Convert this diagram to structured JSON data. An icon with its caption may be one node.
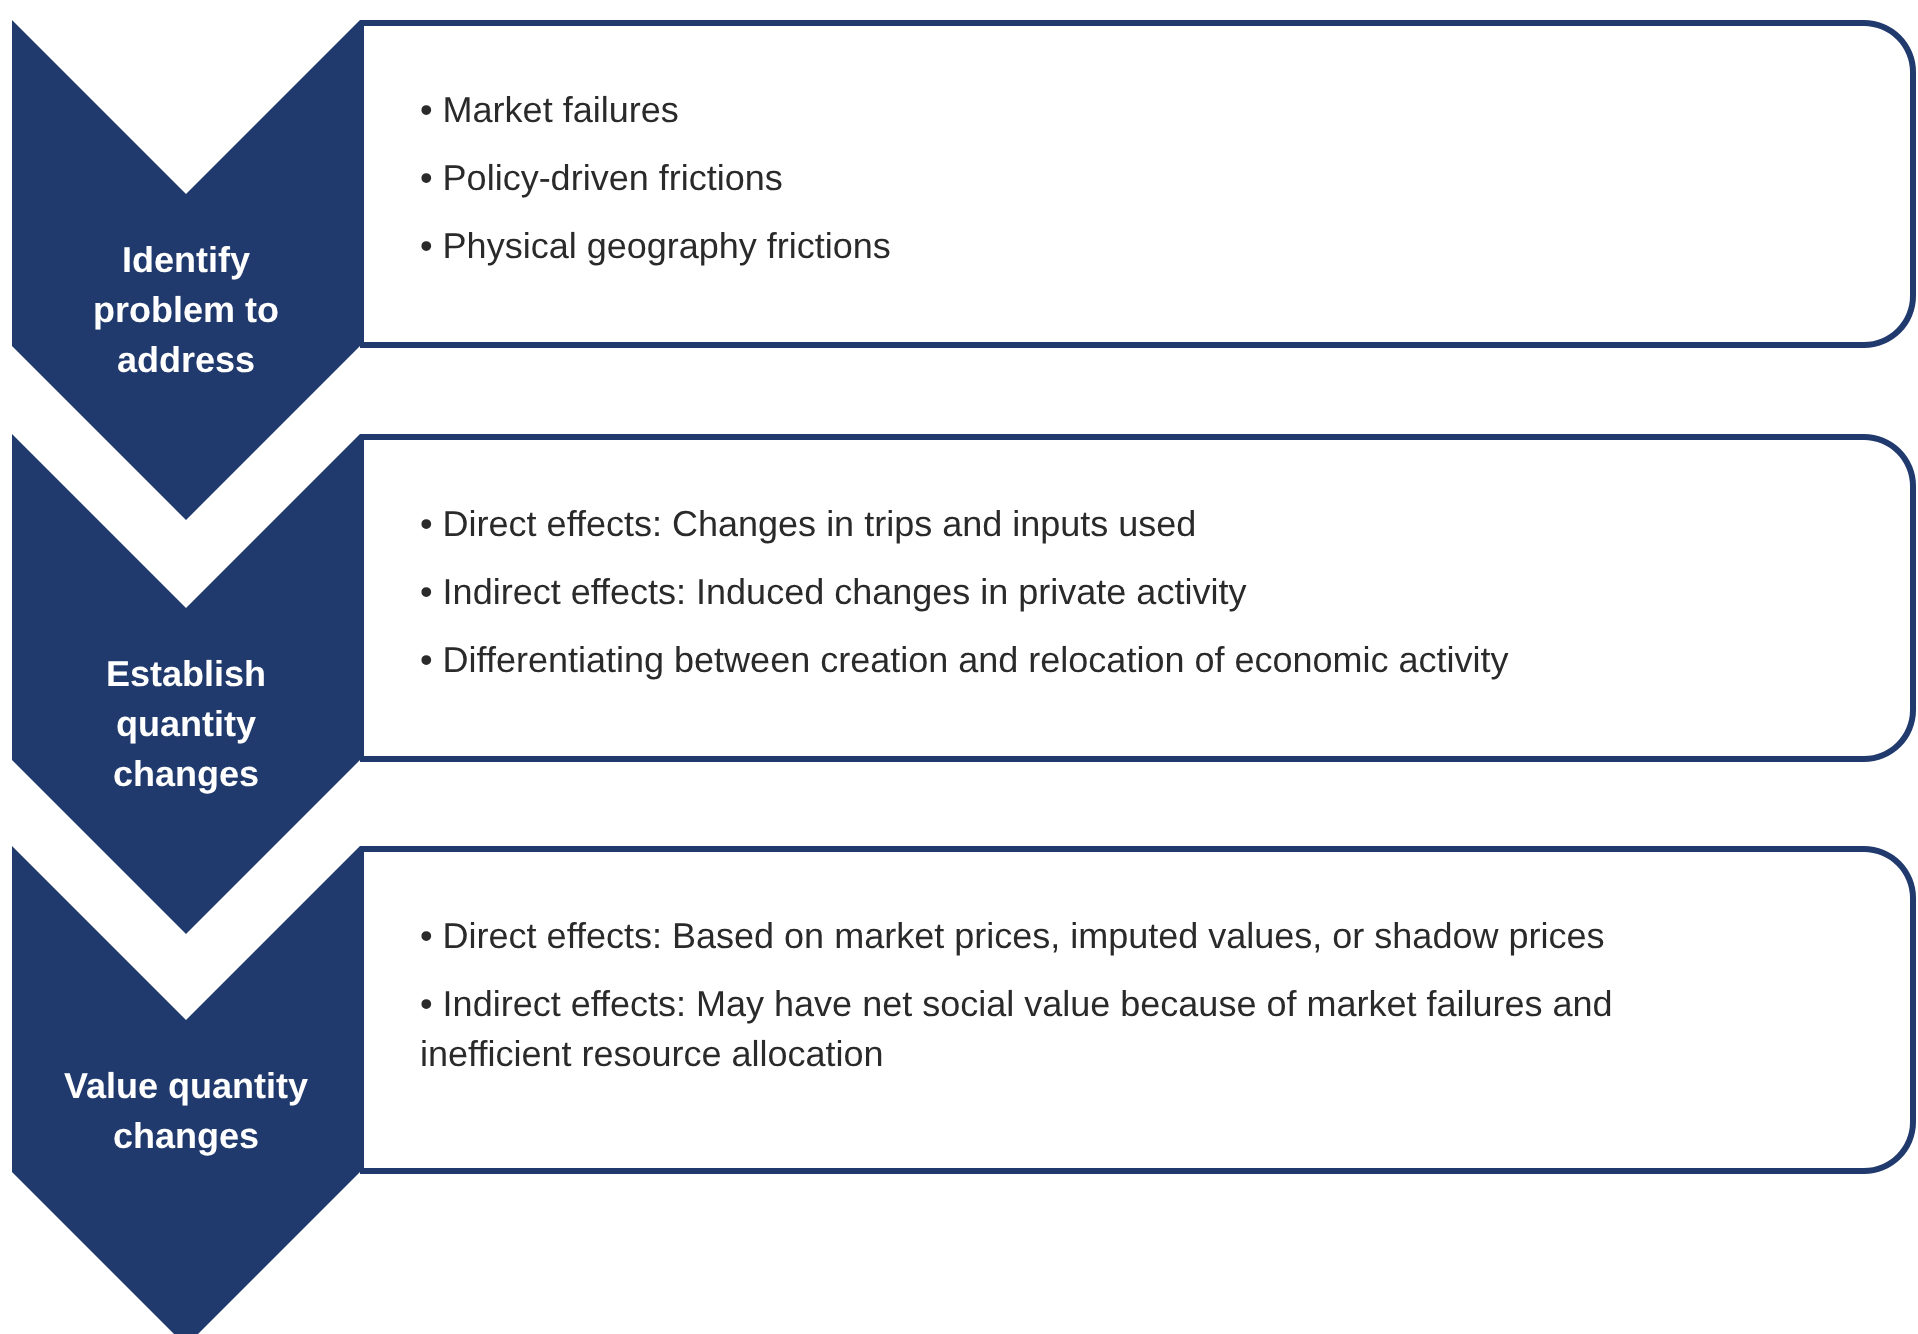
{
  "diagram": {
    "nodes": [
      {
        "text": [
          "Identify problem to address"
        ]
      },
      {
        "text": [
          "• Market failures",
          "• Policy-driven frictions",
          "• Physical geography frictions"
        ]
      },
      {
        "text": [
          "Establish quantity changes"
        ]
      },
      {
        "text": [
          "• Direct effects: Changes in trips and inputs used",
          "• Indirect effects: Induced changes in private activity",
          "• Differentiating between creation and relocation of economic activity"
        ]
      },
      {
        "text": [
          "Value quantity changes"
        ]
      },
      {
        "text": [
          "• Direct effects: Based on market prices, imputed values, or shadow prices",
          "• Indirect effects: May have net social value because of market failures and inefficient resource allocation"
        ]
      }
    ]
  }
}
